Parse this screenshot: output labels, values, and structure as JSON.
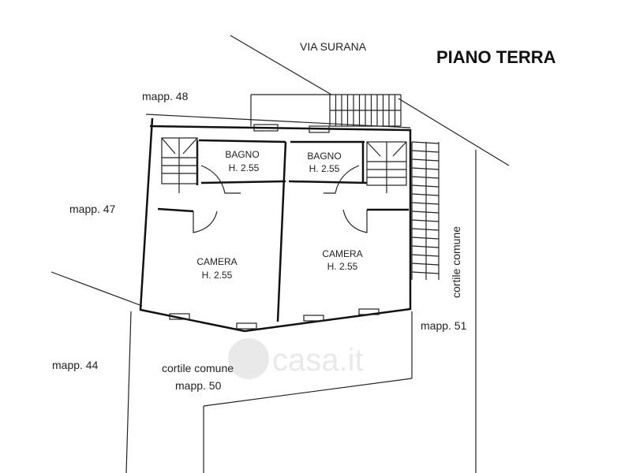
{
  "title": "PIANO TERRA",
  "street": "VIA SURANA",
  "parcels": {
    "m48": "mapp. 48",
    "m47": "mapp. 47",
    "m44": "mapp. 44",
    "m51": "mapp. 51",
    "m50": "mapp. 50"
  },
  "courtyard_bottom": "cortile comune",
  "courtyard_right": "cortile comune",
  "rooms": [
    {
      "name": "BAGNO",
      "height": "H. 2.55"
    },
    {
      "name": "BAGNO",
      "height": "H. 2.55"
    },
    {
      "name": "CAMERA",
      "height": "H. 2.55"
    },
    {
      "name": "CAMERA",
      "height": "H. 2.55"
    }
  ],
  "watermark": "casa.it"
}
